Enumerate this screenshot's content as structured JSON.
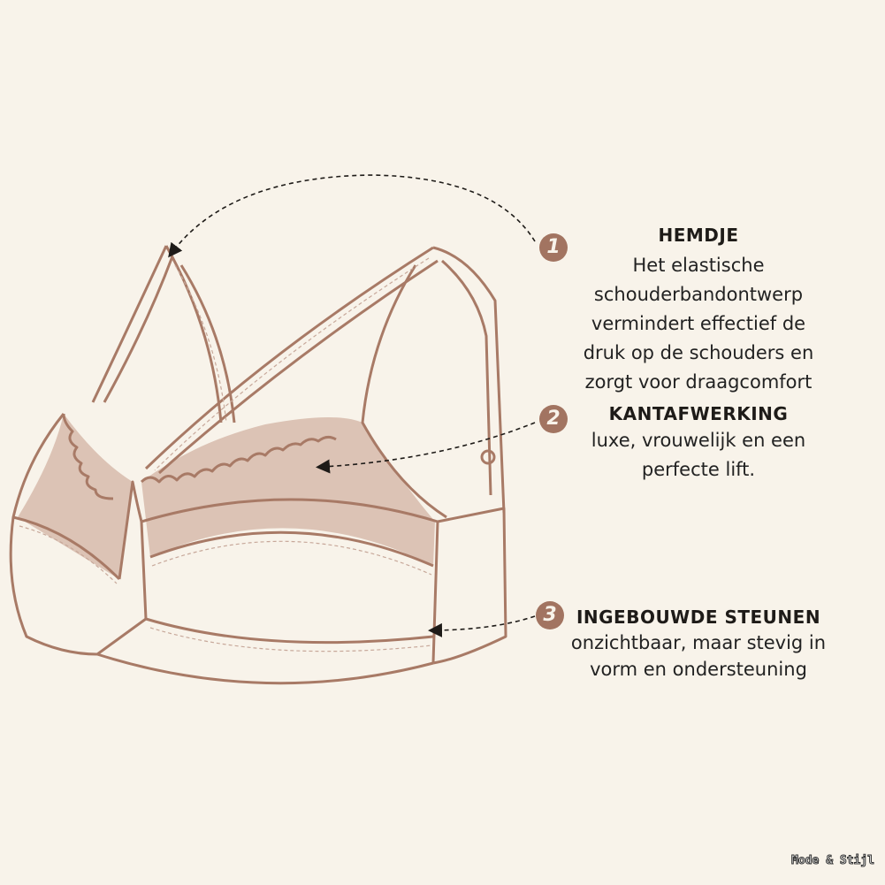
{
  "callouts": [
    {
      "number": "1",
      "title": "HEMDJE",
      "lines": [
        "Het elastische",
        "schouderbandontwerp",
        "vermindert effectief de",
        "druk op de schouders en",
        "zorgt voor draagcomfort"
      ]
    },
    {
      "number": "2",
      "title": "KANTAFWERKING",
      "lines": [
        "luxe, vrouwelijk en een",
        "perfecte lift."
      ]
    },
    {
      "number": "3",
      "title": "INGEBOUWDE STEUNEN",
      "lines": [
        "onzichtbaar, maar stevig in",
        "vorm en ondersteuning"
      ]
    }
  ],
  "watermark": "Mode & Stijl",
  "colors": {
    "background": "#f8f3ea",
    "outline": "#a87a66",
    "lace": "#dcc3b5",
    "badge": "#a27461"
  }
}
